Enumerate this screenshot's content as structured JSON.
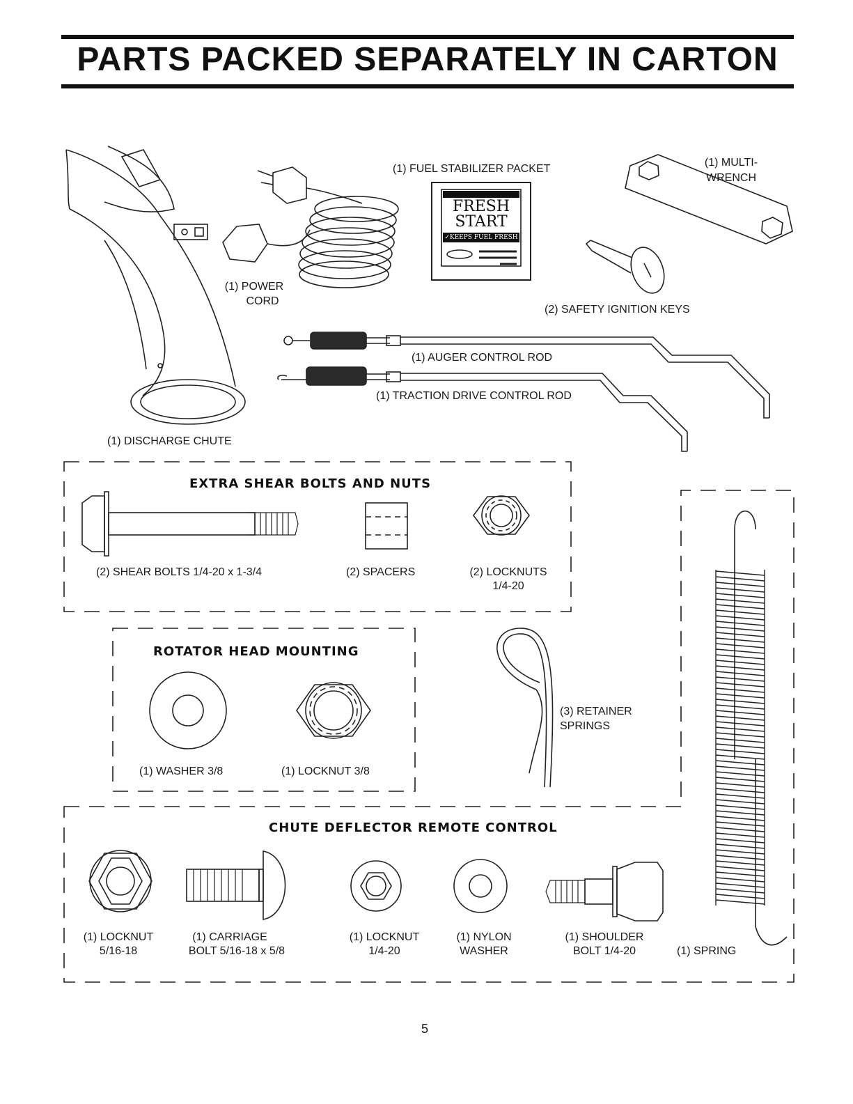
{
  "page": {
    "title": "PARTS PACKED SEPARATELY IN CARTON",
    "page_number": "5"
  },
  "parts": {
    "fuel_stabilizer": "(1) FUEL STABILIZER PACKET",
    "packet_text_line1": "FRESH",
    "packet_text_line2": "START",
    "packet_tagline": "✓KEEPS FUEL FRESH",
    "multi_wrench_line1": "(1) MULTI-",
    "multi_wrench_line2": "WRENCH",
    "power_cord_line1": "(1) POWER",
    "power_cord_line2": "CORD",
    "safety_keys": "(2) SAFETY IGNITION KEYS",
    "auger_rod": "(1) AUGER CONTROL ROD",
    "traction_rod": "(1) TRACTION DRIVE CONTROL ROD",
    "discharge_chute": "(1) DISCHARGE CHUTE"
  },
  "shear": {
    "heading": "EXTRA SHEAR BOLTS AND NUTS",
    "bolts": "(2) SHEAR BOLTS  1/4-20 x 1-3/4",
    "spacers": "(2) SPACERS",
    "locknuts_line1": "(2) LOCKNUTS",
    "locknuts_line2": "1/4-20"
  },
  "rotator": {
    "heading": "ROTATOR HEAD MOUNTING",
    "washer": "(1) WASHER  3/8",
    "locknut": "(1) LOCKNUT  3/8"
  },
  "retainer": {
    "line1": "(3) RETAINER",
    "line2": "SPRINGS"
  },
  "spring": {
    "label": "(1) SPRING"
  },
  "chute_control": {
    "heading": "CHUTE DEFLECTOR REMOTE CONTROL",
    "locknut516_line1": "(1) LOCKNUT",
    "locknut516_line2": "5/16-18",
    "carriage_line1": "(1) CARRIAGE",
    "carriage_line2": "BOLT  5/16-18 x 5/8",
    "locknut14_line1": "(1) LOCKNUT",
    "locknut14_line2": "1/4-20",
    "nylon_line1": "(1) NYLON",
    "nylon_line2": "WASHER",
    "shoulder_line1": "(1) SHOULDER",
    "shoulder_line2": "BOLT  1/4-20"
  }
}
